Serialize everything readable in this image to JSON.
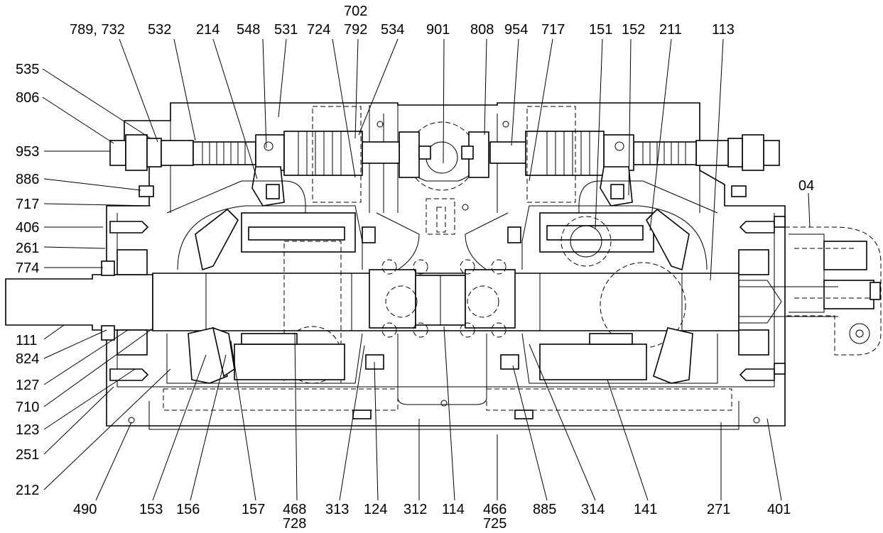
{
  "labels": {
    "top": [
      "789, 732",
      "532",
      "214",
      "548",
      "531",
      "724",
      "702",
      "792",
      "534",
      "901",
      "808",
      "954",
      "717",
      "151",
      "152",
      "211",
      "113"
    ],
    "left": [
      "535",
      "806",
      "953",
      "886",
      "717",
      "406",
      "261",
      "774",
      "111",
      "824",
      "127",
      "710",
      "123",
      "251",
      "212"
    ],
    "right": [
      "04"
    ],
    "bottom": [
      "490",
      "153",
      "156",
      "157",
      "468",
      "728",
      "313",
      "124",
      "312",
      "114",
      "466",
      "725",
      "885",
      "314",
      "141",
      "271",
      "401"
    ]
  },
  "colors": {
    "stroke": "#000000",
    "background": "#ffffff"
  }
}
